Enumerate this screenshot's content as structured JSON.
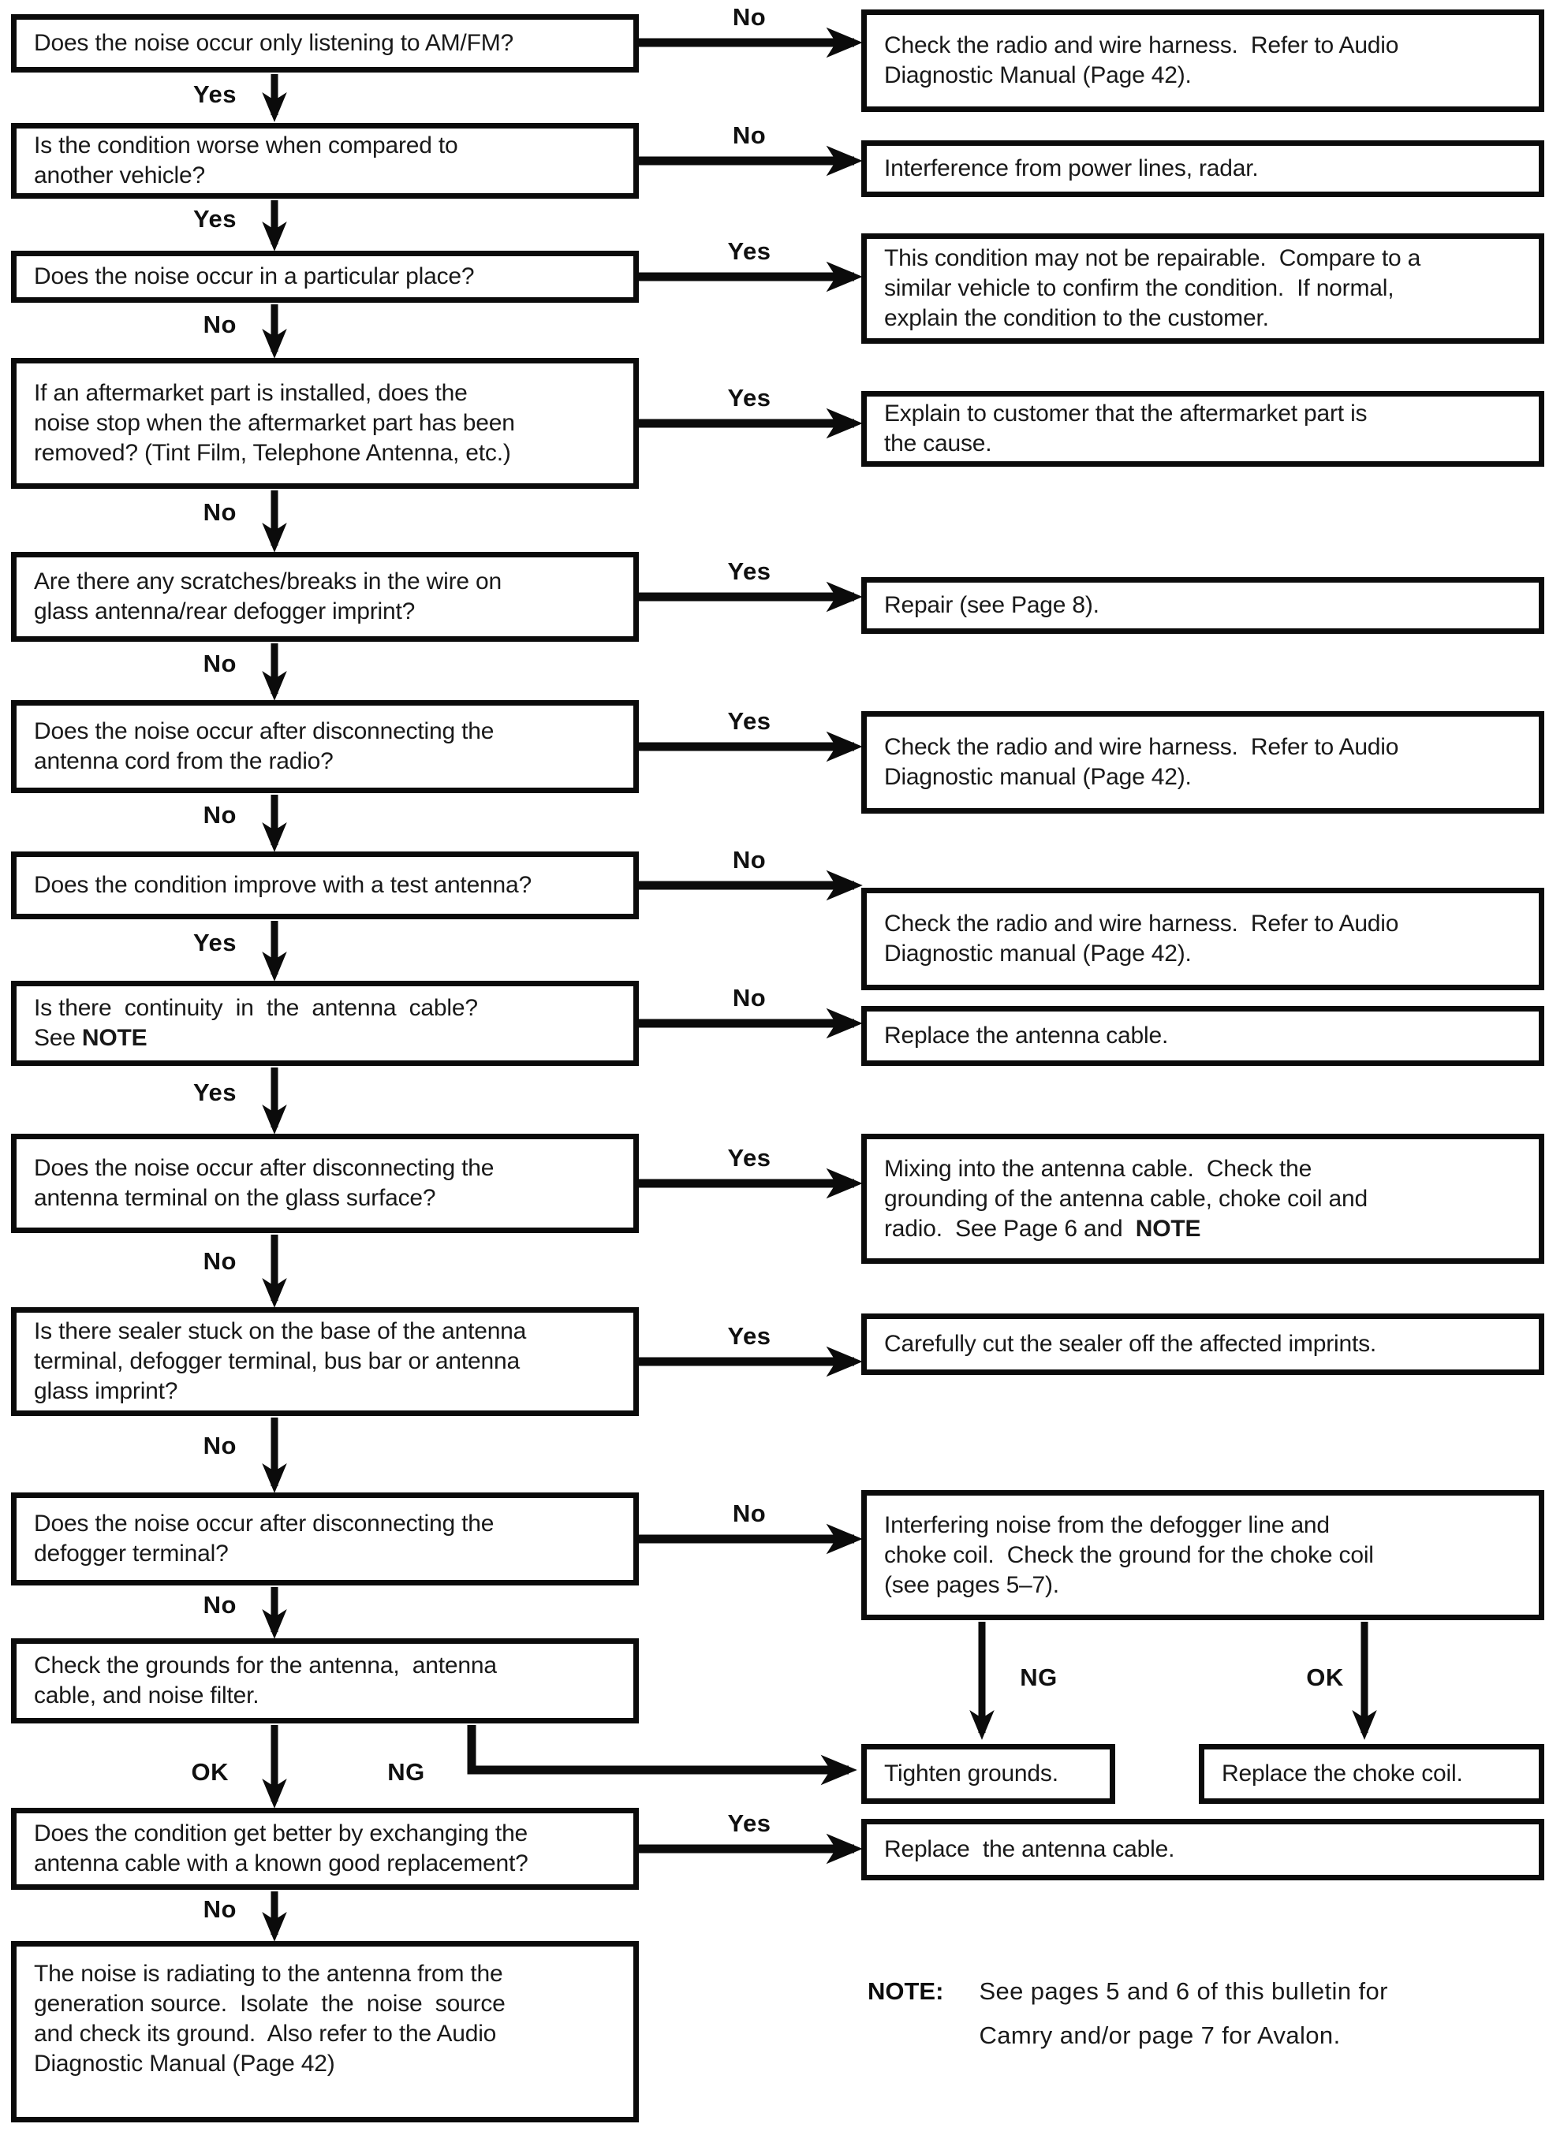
{
  "nodes": {
    "q1": "Does the noise occur only listening to AM/FM?",
    "q2": "Is the condition worse when compared to\nanother vehicle?",
    "q3": "Does the noise occur in a particular place?",
    "q4": "If an aftermarket part is installed, does the\nnoise stop when the aftermarket part has been\nremoved? (Tint Film, Telephone Antenna, etc.)",
    "q5": "Are there any scratches/breaks in the wire on\nglass antenna/rear defogger imprint?",
    "q6": "Does the noise occur after disconnecting the\nantenna cord from the radio?",
    "q7": "Does the condition improve with a test antenna?",
    "q8_line1": "Is there  continuity  in  the  antenna  cable?",
    "q8_see": "See ",
    "q8_note": "NOTE",
    "q9": "Does the noise occur after disconnecting the\nantenna terminal on the glass surface?",
    "q10": "Is there sealer stuck on the base of the antenna\nterminal, defogger terminal, bus bar or antenna\nglass imprint?",
    "q11": "Does the noise occur after disconnecting the\ndefogger terminal?",
    "q12": "Check the grounds for the antenna,  antenna\ncable, and noise filter.",
    "q13": "Does the condition get better by exchanging the\nantenna cable with a known good replacement?",
    "q14": "The noise is radiating to the antenna from the\ngeneration source.  Isolate  the  noise  source\nand check its ground.  Also refer to the Audio\nDiagnostic Manual (Page 42)",
    "r1": "Check the radio and wire harness.  Refer to Audio\nDiagnostic Manual (Page 42).",
    "r2": "Interference from power lines, radar.",
    "r3": "This condition may not be repairable.  Compare to a\nsimilar vehicle to confirm the condition.  If normal,\nexplain the condition to the customer.",
    "r4": "Explain to customer that the aftermarket part is\nthe cause.",
    "r5": "Repair (see Page 8).",
    "r6": "Check the radio and wire harness.  Refer to Audio\nDiagnostic manual (Page 42).",
    "r7": "Check the radio and wire harness.  Refer to Audio\nDiagnostic manual (Page 42).",
    "r8": "Replace the antenna cable.",
    "r9_text": "Mixing into the antenna cable.  Check the\ngrounding of the antenna cable, choke coil and\nradio.  See Page 6 and  ",
    "r9_note": "NOTE",
    "r10": "Carefully cut the sealer off the affected imprints.",
    "r11": "Interfering noise from the defogger line and\nchoke coil.  Check the ground for the choke coil\n(see pages 5–7).",
    "r12": "Tighten grounds.",
    "r13": "Replace the choke coil.",
    "r14": "Replace  the antenna cable."
  },
  "edges": {
    "b1": "No",
    "b2": "No",
    "b3": "Yes",
    "b4": "Yes",
    "b5": "Yes",
    "b6": "Yes",
    "b7": "No",
    "b8": "No",
    "b9": "Yes",
    "b10": "Yes",
    "b11": "No",
    "b13": "Yes",
    "d1": "Yes",
    "d2": "Yes",
    "d3": "No",
    "d4": "No",
    "d5": "No",
    "d6": "No",
    "d7": "Yes",
    "d8": "Yes",
    "d9": "No",
    "d10": "No",
    "d11": "No",
    "d12_ok": "OK",
    "d12_ng": "NG",
    "d13": "No",
    "c_ng": "NG",
    "c_ok": "OK"
  },
  "note": {
    "label": "NOTE:",
    "text": "See pages 5 and 6 of this bulletin for\nCamry and/or page 7 for Avalon."
  }
}
